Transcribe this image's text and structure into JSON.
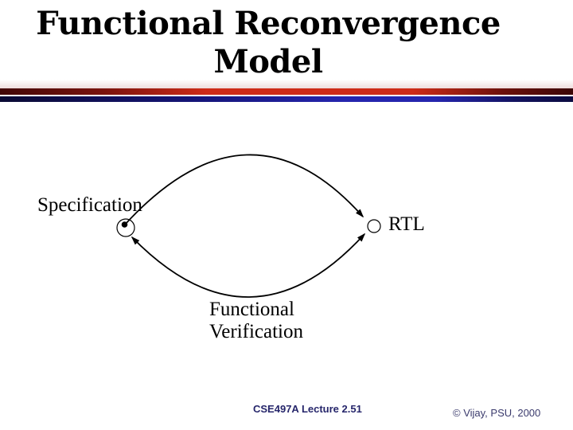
{
  "title": {
    "line1": "Functional Reconvergence",
    "line2": "Model"
  },
  "diagram": {
    "spec_label": "Specification",
    "rtl_label": "RTL",
    "annotation": {
      "line1": "Functional",
      "line2": "Verification"
    },
    "arrows": [
      {
        "name": "spec-to-rtl",
        "from": "Specification",
        "to": "RTL",
        "heads": [
          "end"
        ]
      },
      {
        "name": "verification-compare",
        "from": "Specification",
        "to": "RTL",
        "heads": [
          "start",
          "end"
        ]
      }
    ]
  },
  "footer": {
    "lecture": "CSE497A Lecture 2.51",
    "copyright": "© Vijay, PSU, 2000"
  },
  "colors": {
    "background": "#ffffff",
    "title-ink": "#000000",
    "diagram-ink": "#000000",
    "rule-red": "#ce2b18",
    "rule-red-dark": "#420707",
    "rule-navy": "#2525ae",
    "rule-navy-dark": "#0b0b40",
    "footer-ink": "#26266b",
    "copyright-ink": "#3b3b6d"
  }
}
